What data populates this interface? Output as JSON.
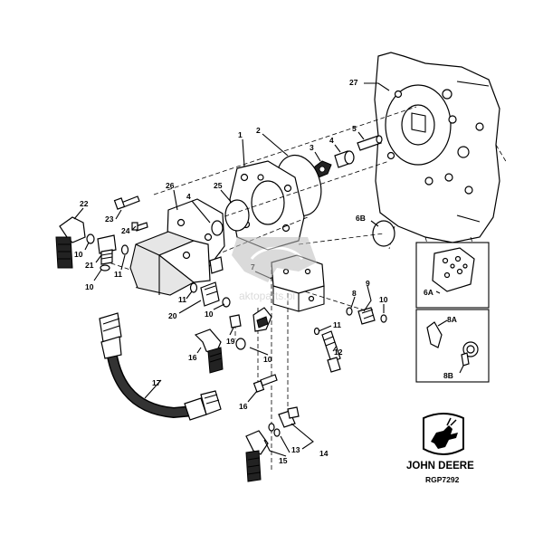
{
  "callouts": [
    {
      "id": "c27",
      "label": "27"
    },
    {
      "id": "c2",
      "label": "2"
    },
    {
      "id": "c1",
      "label": "1"
    },
    {
      "id": "c3",
      "label": "3"
    },
    {
      "id": "c4a",
      "label": "4"
    },
    {
      "id": "c5",
      "label": "5"
    },
    {
      "id": "c26",
      "label": "26"
    },
    {
      "id": "c25",
      "label": "25"
    },
    {
      "id": "c4b",
      "label": "4"
    },
    {
      "id": "c22",
      "label": "22"
    },
    {
      "id": "c23",
      "label": "23"
    },
    {
      "id": "c24",
      "label": "24"
    },
    {
      "id": "c6b",
      "label": "6B"
    },
    {
      "id": "c10a",
      "label": "10"
    },
    {
      "id": "c21",
      "label": "21"
    },
    {
      "id": "c11a",
      "label": "11"
    },
    {
      "id": "c10b",
      "label": "10"
    },
    {
      "id": "c7",
      "label": "7"
    },
    {
      "id": "c9",
      "label": "9"
    },
    {
      "id": "c8",
      "label": "8"
    },
    {
      "id": "c10c",
      "label": "10"
    },
    {
      "id": "c11b",
      "label": "11"
    },
    {
      "id": "c20",
      "label": "20"
    },
    {
      "id": "c10d",
      "label": "10"
    },
    {
      "id": "c19",
      "label": "19"
    },
    {
      "id": "c11c",
      "label": "11"
    },
    {
      "id": "c12",
      "label": "12"
    },
    {
      "id": "c16a",
      "label": "16"
    },
    {
      "id": "c10e",
      "label": "10"
    },
    {
      "id": "c17",
      "label": "17"
    },
    {
      "id": "c16b",
      "label": "16"
    },
    {
      "id": "c13",
      "label": "13"
    },
    {
      "id": "c15",
      "label": "15"
    },
    {
      "id": "c14",
      "label": "14"
    },
    {
      "id": "c6a",
      "label": "6A"
    },
    {
      "id": "c8a",
      "label": "8A"
    },
    {
      "id": "c8b",
      "label": "8B"
    }
  ],
  "brand": {
    "name": "JOHN DEERE",
    "ref": "RGP7292"
  },
  "watermark": "aktoparts.pl"
}
